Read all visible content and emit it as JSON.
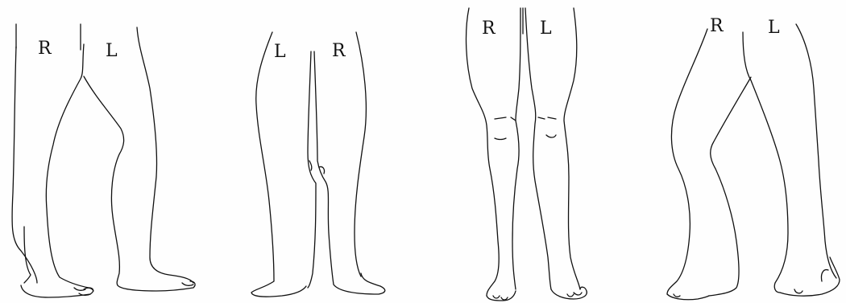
{
  "figure": {
    "views": [
      {
        "labels": {
          "first": "R",
          "second": "L"
        }
      },
      {
        "labels": {
          "first": "L",
          "second": "R"
        }
      },
      {
        "labels": {
          "first": "R",
          "second": "L"
        }
      },
      {
        "labels": {
          "first": "R",
          "second": "L"
        }
      }
    ]
  }
}
